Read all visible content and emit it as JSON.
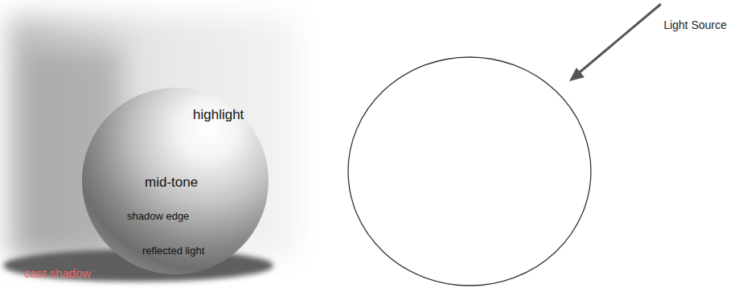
{
  "diagram": {
    "labels": [
      "highlight",
      "mid-tone",
      "shadow edge",
      "reflected light",
      "cast shadow",
      "Light Source"
    ]
  }
}
